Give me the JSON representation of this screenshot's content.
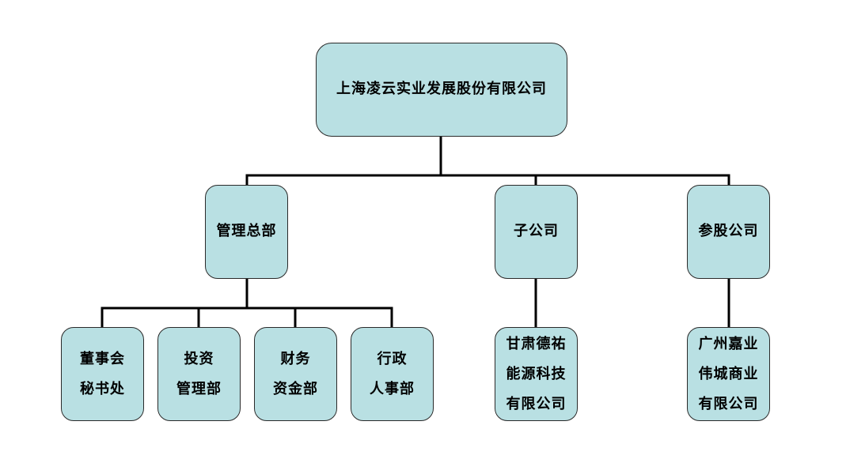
{
  "org_chart": {
    "root": {
      "label": "上海凌云实业发展股份有限公司"
    },
    "branches": [
      {
        "label": "管理总部",
        "children": [
          {
            "label": "董事会\n秘书处"
          },
          {
            "label": "投资\n管理部"
          },
          {
            "label": "财务\n资金部"
          },
          {
            "label": "行政\n人事部"
          }
        ]
      },
      {
        "label": "子公司",
        "children": [
          {
            "label": "甘肃德祐\n能源科技\n有限公司"
          }
        ]
      },
      {
        "label": "参股公司",
        "children": [
          {
            "label": "广州嘉业\n伟城商业\n有限公司"
          }
        ]
      }
    ]
  },
  "colors": {
    "node_fill": "#b9e0e3",
    "node_border": "#2a2a2a",
    "connector": "#000000",
    "background": "#ffffff"
  }
}
